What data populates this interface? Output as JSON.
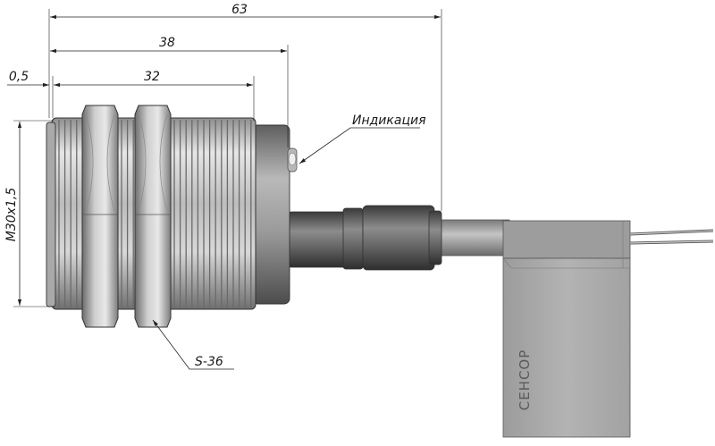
{
  "dimensions": {
    "total_length": "63",
    "length_to_indicator": "38",
    "thread_length": "32",
    "gap": "0,5",
    "thread_spec": "M30x1,5",
    "wrench_size": "S-36"
  },
  "callouts": {
    "indicator": "Индикация"
  },
  "label": {
    "brand": "СЕНСОР"
  },
  "colors": {
    "metal_light": "#d9d9d9",
    "metal_dark": "#7a7a7a",
    "cable": "#9a9a9a",
    "tag": "#a8a8a8",
    "lines": "#222222"
  }
}
